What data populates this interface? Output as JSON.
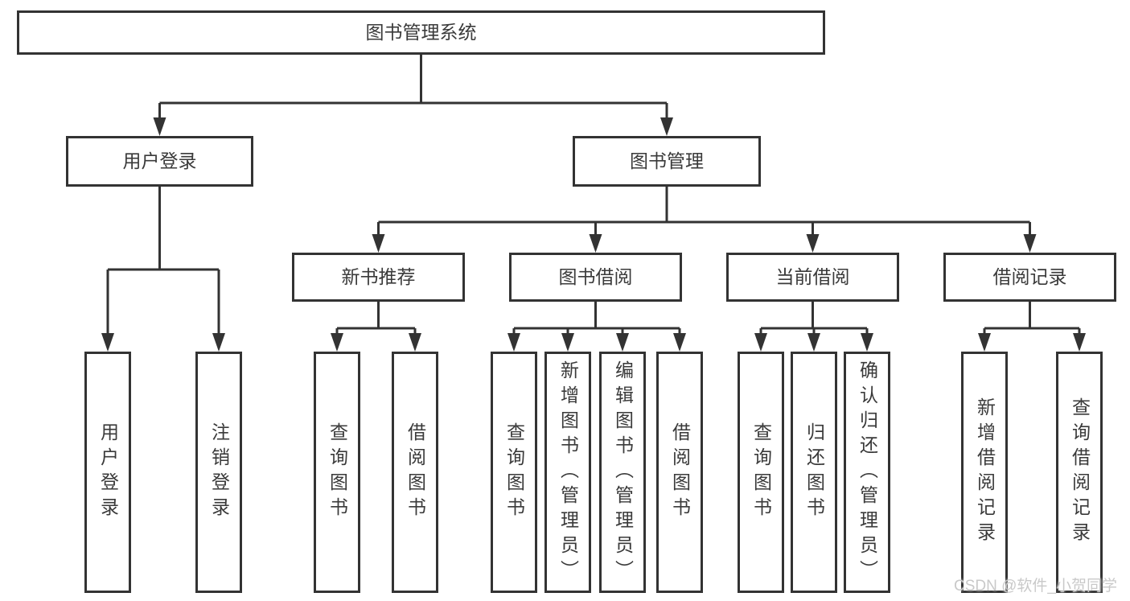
{
  "diagram": {
    "root": {
      "label": "图书管理系统"
    },
    "branches": [
      {
        "label": "用户登录",
        "children": [
          {
            "label": "用户登录"
          },
          {
            "label": "注销登录"
          }
        ]
      },
      {
        "label": "图书管理",
        "groups": [
          {
            "label": "新书推荐",
            "children": [
              {
                "label": "查询图书"
              },
              {
                "label": "借阅图书"
              }
            ]
          },
          {
            "label": "图书借阅",
            "children": [
              {
                "label": "查询图书"
              },
              {
                "label": "新增图书（管理员）"
              },
              {
                "label": "编辑图书（管理员）"
              },
              {
                "label": "借阅图书"
              }
            ]
          },
          {
            "label": "当前借阅",
            "children": [
              {
                "label": "查询图书"
              },
              {
                "label": "归还图书"
              },
              {
                "label": "确认归还（管理员）"
              }
            ]
          },
          {
            "label": "借阅记录",
            "children": [
              {
                "label": "新增借阅记录"
              },
              {
                "label": "查询借阅记录"
              }
            ]
          }
        ]
      }
    ]
  },
  "watermark": {
    "text": "CSDN @软件_小贺同学"
  },
  "colors": {
    "line": "#333333",
    "text": "#3a3a3a",
    "background": "#ffffff",
    "watermark": "#c9c9c9"
  }
}
